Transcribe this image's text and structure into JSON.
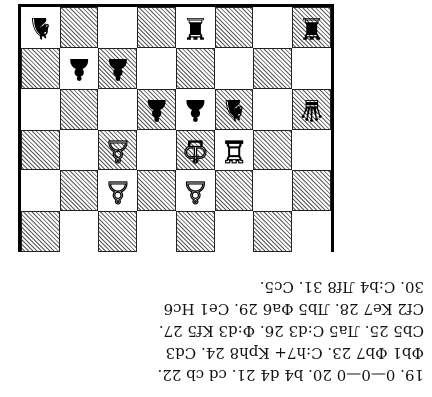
{
  "diagram": {
    "files": 8,
    "ranks_visible": 6,
    "pieces": [
      {
        "rank": 1,
        "file": 1,
        "color": "black",
        "type": "rook",
        "glyph": "♜"
      },
      {
        "rank": 1,
        "file": 4,
        "color": "black",
        "type": "rook",
        "glyph": "♜"
      },
      {
        "rank": 1,
        "file": 8,
        "color": "black",
        "type": "knight",
        "glyph": "♞"
      },
      {
        "rank": 2,
        "file": 6,
        "color": "black",
        "type": "pawn",
        "glyph": "♟"
      },
      {
        "rank": 2,
        "file": 7,
        "color": "black",
        "type": "pawn",
        "glyph": "♟"
      },
      {
        "rank": 3,
        "file": 1,
        "color": "black",
        "type": "queen",
        "glyph": "♛"
      },
      {
        "rank": 3,
        "file": 3,
        "color": "black",
        "type": "knight",
        "glyph": "♞"
      },
      {
        "rank": 3,
        "file": 4,
        "color": "black",
        "type": "pawn",
        "glyph": "♟"
      },
      {
        "rank": 3,
        "file": 5,
        "color": "black",
        "type": "pawn",
        "glyph": "♟"
      },
      {
        "rank": 4,
        "file": 3,
        "color": "white",
        "type": "rook",
        "glyph": "♖"
      },
      {
        "rank": 4,
        "file": 4,
        "color": "white",
        "type": "king",
        "glyph": "♔"
      },
      {
        "rank": 4,
        "file": 6,
        "color": "white",
        "type": "pawn",
        "glyph": "♙"
      },
      {
        "rank": 5,
        "file": 4,
        "color": "white",
        "type": "pawn",
        "glyph": "♙"
      },
      {
        "rank": 5,
        "file": 6,
        "color": "white",
        "type": "pawn",
        "glyph": "♙"
      }
    ]
  },
  "moves": [
    "19. 0—0—0 20. b4 d4 21. cd cb 22.",
    "Фb1 Фb7 23. С:h7+ Kрh8 24. Сd3",
    "Сb5 25. Лa5 С:d3 26. Ф:d3 Kf5 27.",
    "Cf2 Ke7 28. Лb5 Фa6 29. Ce1 Hc6",
    "30. С:b4 Лf8 31. Cc5."
  ]
}
